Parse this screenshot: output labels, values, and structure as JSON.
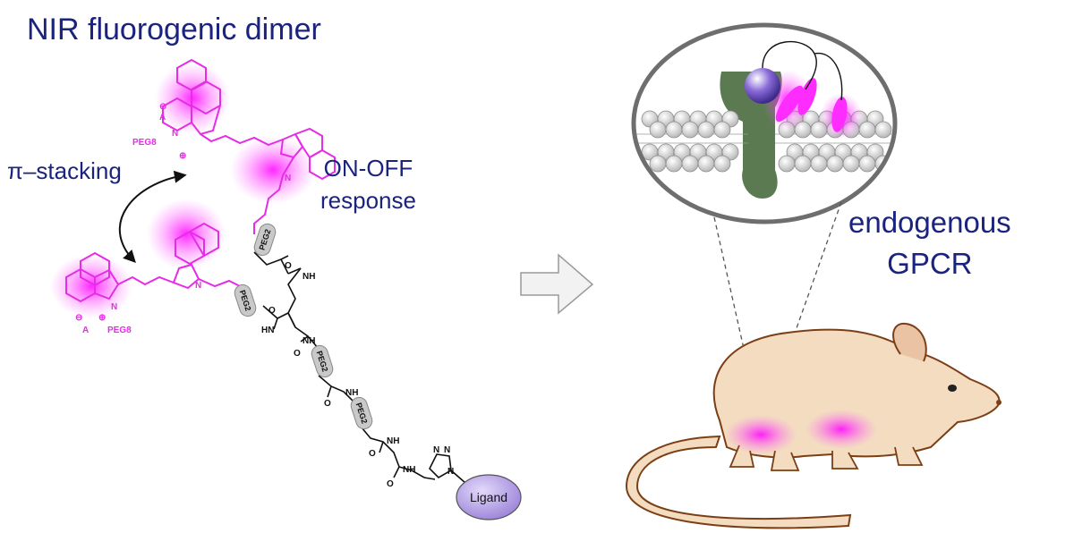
{
  "title": "NIR fluorogenic dimer",
  "stacking_label": "π–stacking",
  "response_label": [
    "ON-OFF",
    "response"
  ],
  "target_label": [
    "endogenous",
    "GPCR"
  ],
  "ligand_label": "Ligand",
  "linker_label": "PEG2",
  "chain_label": "PEG8",
  "counterion_label": "A",
  "amide_labels": [
    "O",
    "NH",
    "HN",
    "N"
  ],
  "colors": {
    "text": "#1a237e",
    "dye": "#e62ce6",
    "glow": "#ff00ff",
    "peg_fill": "#c9c9c9",
    "ligand_fill": "#b09ce0",
    "receptor": "#5b7a52",
    "membrane": "#c8c8c8",
    "mouse_body": "#f3dcc0",
    "mouse_outline": "#7b3f16"
  },
  "icons": [
    "double-headed-curved-arrow-icon",
    "right-block-arrow-icon",
    "magnifier-circle-icon"
  ]
}
